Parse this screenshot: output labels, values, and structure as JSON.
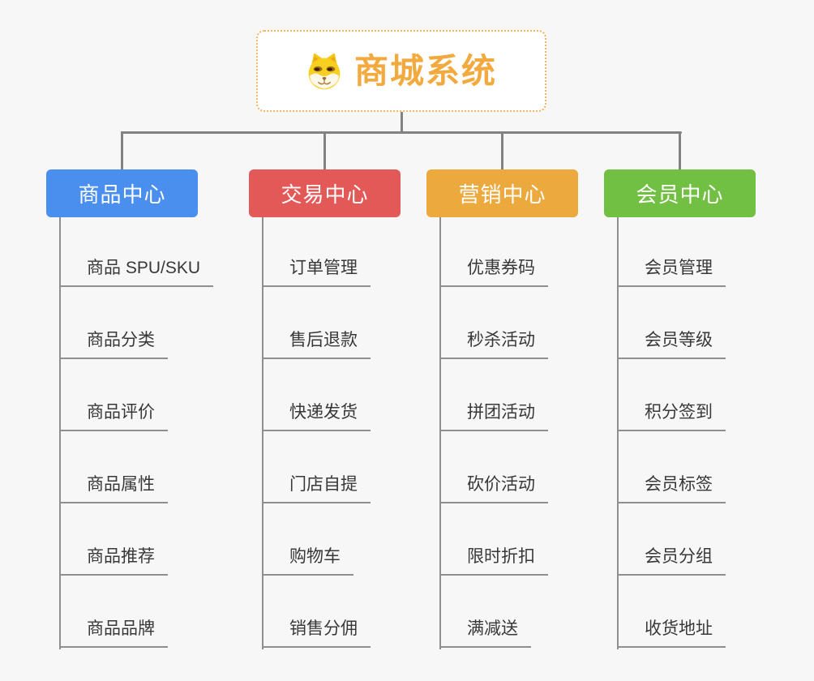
{
  "root": {
    "title": "商城系统",
    "icon": "shiba-dog-icon"
  },
  "branches": [
    {
      "label": "商品中心",
      "color": "#4a8fee",
      "items": [
        "商品 SPU/SKU",
        "商品分类",
        "商品评价",
        "商品属性",
        "商品推荐",
        "商品品牌"
      ]
    },
    {
      "label": "交易中心",
      "color": "#e25958",
      "items": [
        "订单管理",
        "售后退款",
        "快递发货",
        "门店自提",
        "购物车",
        "销售分佣"
      ]
    },
    {
      "label": "营销中心",
      "color": "#eca93d",
      "items": [
        "优惠券码",
        "秒杀活动",
        "拼团活动",
        "砍价活动",
        "限时折扣",
        "满减送"
      ]
    },
    {
      "label": "会员中心",
      "color": "#72c043",
      "items": [
        "会员管理",
        "会员等级",
        "积分签到",
        "会员标签",
        "会员分组",
        "收货地址"
      ]
    }
  ],
  "colors": {
    "background": "#f7f7f7",
    "root_border": "#f3b55c",
    "root_title": "#f2a93e",
    "branch_text": "#ffffff",
    "connector_line": "#828282",
    "leaf_line": "#8f8f8f",
    "leaf_text": "#383838",
    "dog_yellow": "#f8cf1e",
    "dog_cream": "#fdf7e8"
  }
}
